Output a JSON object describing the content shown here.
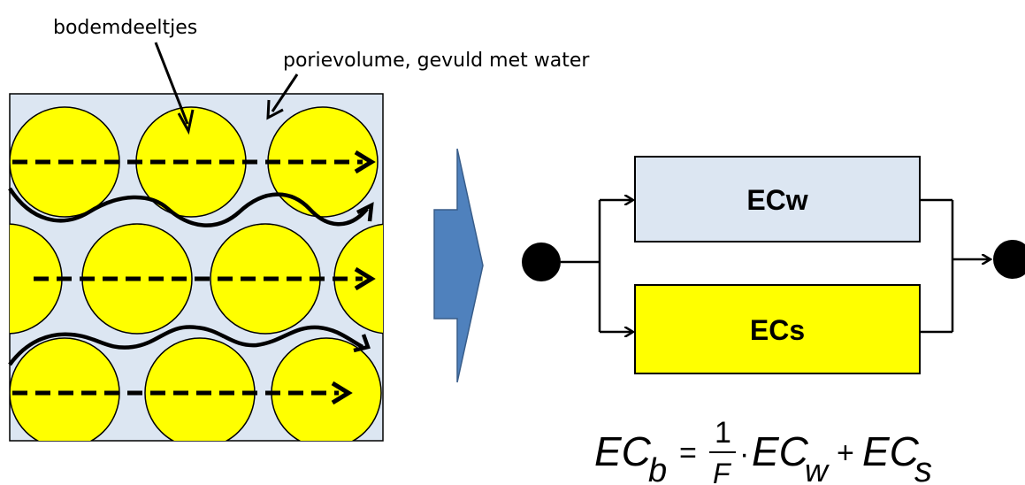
{
  "labels": {
    "particles": "bodemdeeltjes",
    "pore_volume": "porievolume, gevuld met water"
  },
  "circuit": {
    "water_box": "ECw",
    "solid_box": "ECs"
  },
  "equation": {
    "lhs_main": "EC",
    "lhs_sub": "b",
    "equals": "=",
    "numerator": "1",
    "denominator": "F",
    "dot": "·",
    "term1_main": "EC",
    "term1_sub": "w",
    "plus": "+",
    "term2_main": "EC",
    "term2_sub": "s"
  },
  "colors": {
    "pore_fill": "#dce6f2",
    "particle_fill": "#ffff00",
    "arrow_fill": "#4f81bd",
    "box_water": "#dce6f2",
    "box_solid": "#ffff00"
  }
}
